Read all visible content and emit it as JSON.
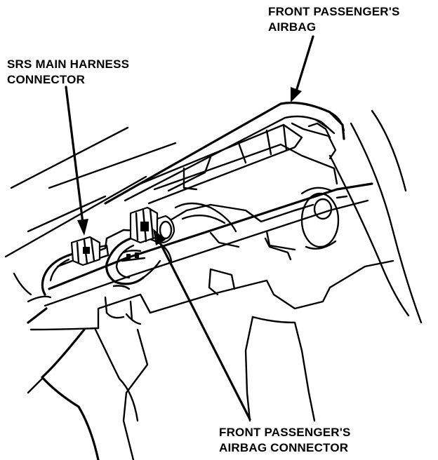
{
  "labels": {
    "front_passenger_airbag": {
      "line1": "FRONT PASSENGER'S",
      "line2": "AIRBAG"
    },
    "srs_main_harness_connector": {
      "line1": "SRS MAIN HARNESS",
      "line2": "CONNECTOR"
    },
    "front_passenger_airbag_connector": {
      "line1": "FRONT PASSENGER'S",
      "line2": "AIRBAG CONNECTOR"
    }
  },
  "colors": {
    "ink": "#000000",
    "paper": "#ffffff"
  }
}
